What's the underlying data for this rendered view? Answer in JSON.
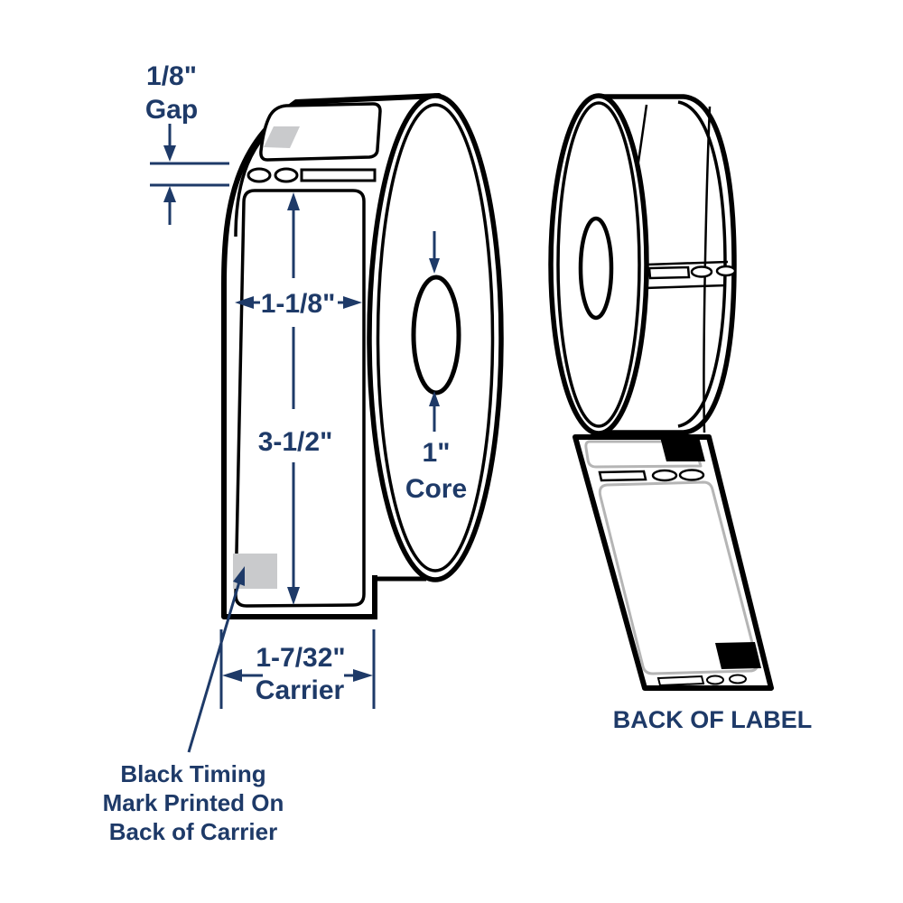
{
  "diagram": {
    "type": "label-roll-specification",
    "colors": {
      "outline": "#000000",
      "annotation": "#1e3a68",
      "timing_mark_gray": "#c9cacc",
      "timing_mark_black": "#000000",
      "back_label_outline": "#b5b5b5",
      "background": "#ffffff"
    },
    "front_view": {
      "gap": {
        "value": "1/8\"",
        "label": "Gap"
      },
      "label_width": {
        "value": "1-1/8\""
      },
      "label_length": {
        "value": "3-1/2\""
      },
      "core": {
        "value": "1\"",
        "label": "Core"
      },
      "carrier_width": {
        "value": "1-7/32\"",
        "label": "Carrier"
      },
      "timing_mark_note": {
        "line1": "Black Timing",
        "line2": "Mark Printed On",
        "line3": "Back of Carrier"
      }
    },
    "back_view": {
      "caption": "BACK OF LABEL"
    }
  }
}
